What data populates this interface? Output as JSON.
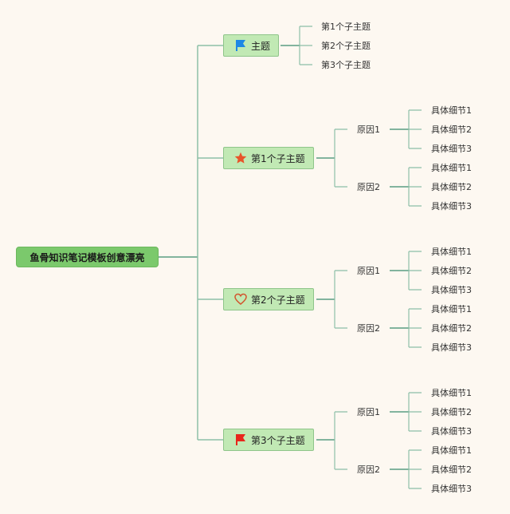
{
  "root": {
    "label": "鱼骨知识笔记模板创意漂亮"
  },
  "branches": [
    {
      "label": "主题",
      "icon": "blue-flag-icon",
      "icon_color": "#1e88e5",
      "children": [
        {
          "label": "第1个子主题"
        },
        {
          "label": "第2个子主题"
        },
        {
          "label": "第3个子主题"
        }
      ]
    },
    {
      "label": "第1个子主题",
      "icon": "star-icon",
      "icon_color": "#e8542a",
      "children": [
        {
          "label": "原因1",
          "details": [
            "具体细节1",
            "具体细节2",
            "具体细节3"
          ]
        },
        {
          "label": "原因2",
          "details": [
            "具体细节1",
            "具体细节2",
            "具体细节3"
          ]
        }
      ]
    },
    {
      "label": "第2个子主题",
      "icon": "heart-icon",
      "icon_color": "#d2552e",
      "children": [
        {
          "label": "原因1",
          "details": [
            "具体细节1",
            "具体细节2",
            "具体细节3"
          ]
        },
        {
          "label": "原因2",
          "details": [
            "具体细节1",
            "具体细节2",
            "具体细节3"
          ]
        }
      ]
    },
    {
      "label": "第3个子主题",
      "icon": "red-flag-icon",
      "icon_color": "#e8261c",
      "children": [
        {
          "label": "原因1",
          "details": [
            "具体细节1",
            "具体细节2",
            "具体细节3"
          ]
        },
        {
          "label": "原因2",
          "details": [
            "具体细节1",
            "具体细节2",
            "具体细节3"
          ]
        }
      ]
    }
  ],
  "colors": {
    "line": "#8dbfa8",
    "line_dark": "#5a9e82",
    "background": "#fdf8f1"
  }
}
